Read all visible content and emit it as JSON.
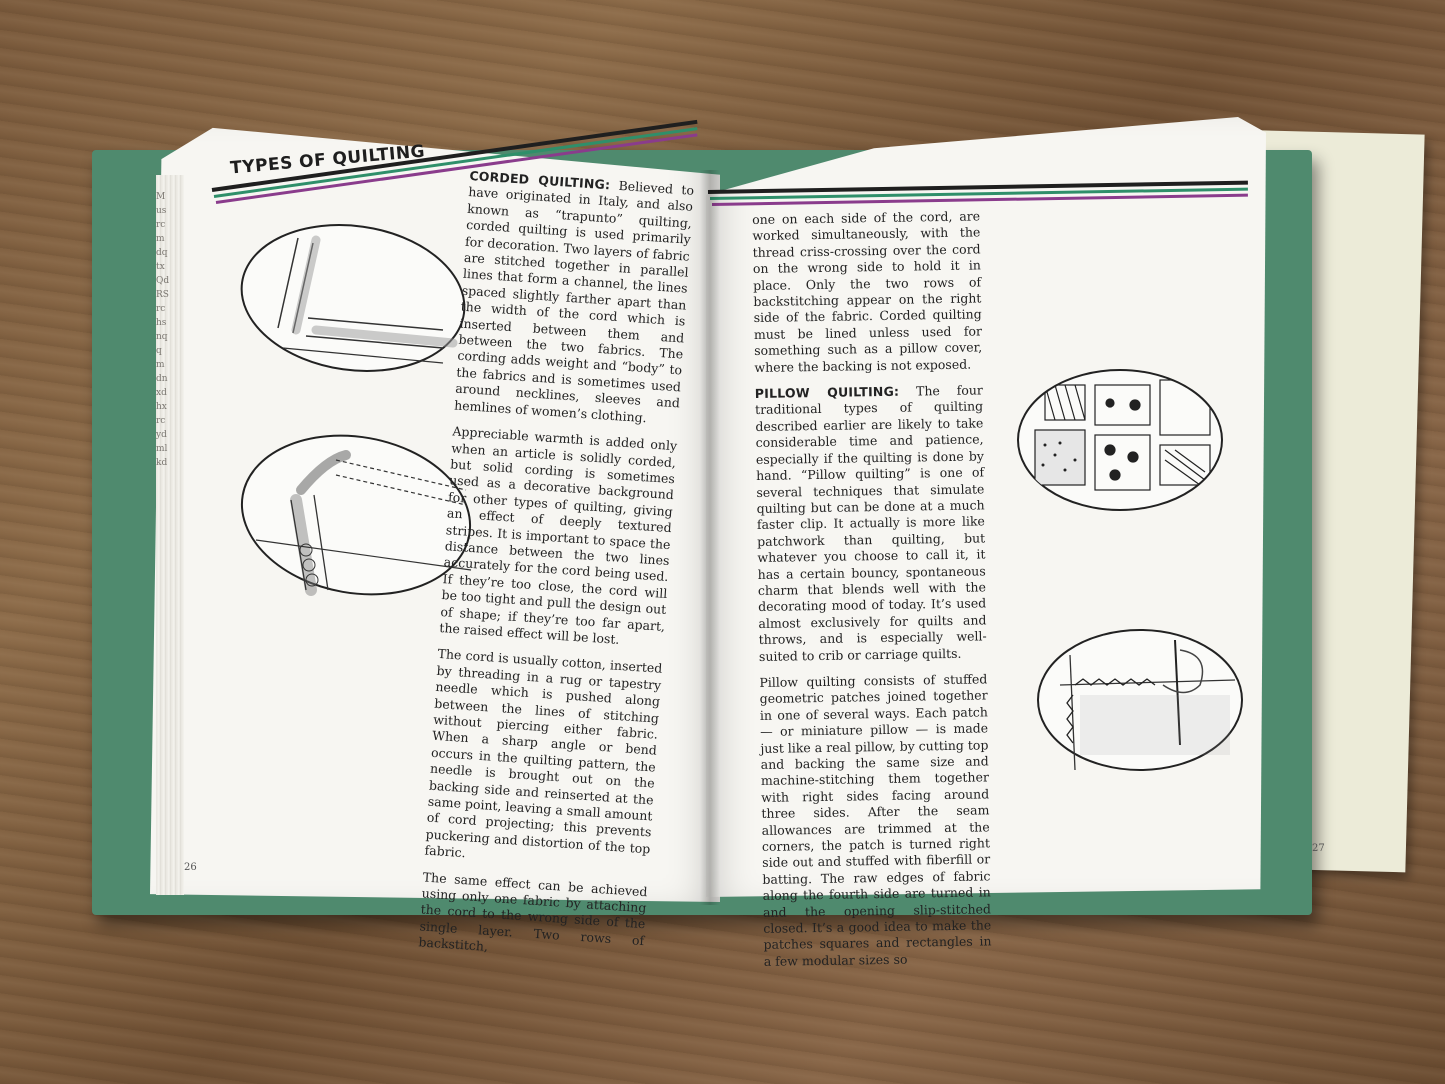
{
  "header": {
    "title": "TYPES OF QUILTING"
  },
  "left_page": {
    "number": "26",
    "margin_letters": "MusrcmdqtxQdRSrchsnqqmdnxdhxrcydmlkd",
    "paragraphs": [
      {
        "lead": "CORDED QUILTING:",
        "text": "Believed to have originated in Italy, and also known as “trapunto” quilting, corded quilting is used primarily for decoration. Two layers of fabric are stitched together in parallel lines that form a channel, the lines spaced slightly farther apart than the width of the cord which is inserted between them and between the two fabrics. The cording adds weight and “body” to the fabrics and is sometimes used around necklines, sleeves and hemlines of women’s clothing."
      },
      {
        "lead": "",
        "text": "Appreciable warmth is added only when an article is solidly corded, but solid cording is sometimes used as a decorative background for other types of quilting, giving an effect of deeply textured stripes. It is important to space the distance between the two lines accurately for the cord being used. If they’re too close, the cord will be too tight and pull the design out of shape; if they’re too far apart, the raised effect will be lost."
      },
      {
        "lead": "",
        "text": "The cord is usually cotton, inserted by threading in a rug or tapestry needle which is pushed along between the lines of stitching without piercing either fabric. When a sharp angle or bend occurs in the quilting pattern, the needle is brought out on the backing side and reinserted at the same point, leaving a small amount of cord projecting; this prevents puckering and distortion of the top fabric."
      },
      {
        "lead": "",
        "text": "The same effect can be achieved using only one fabric by attaching the cord to the wrong side of the single layer. Two rows of backstitch,"
      }
    ]
  },
  "right_page": {
    "number": "27",
    "paragraphs": [
      {
        "lead": "",
        "text": "one on each side of the cord, are worked simultaneously, with the thread criss-crossing over the cord on the wrong side to hold it in place. Only the two rows of backstitching appear on the right side of the fabric. Corded quilting must be lined unless used for something such as a pillow cover, where the backing is not exposed."
      },
      {
        "lead": "PILLOW QUILTING:",
        "text": "The four traditional types of quilting described earlier are likely to take considerable time and patience, especially if the quilting is done by hand. “Pillow quilting” is one of several techniques that simulate quilting but can be done at a much faster clip. It actually is more like patchwork than quilting, but whatever you choose to call it, it has a certain bouncy, spontaneous charm that blends well with the decorating mood of today. It’s used almost exclusively for quilts and throws, and is especially well-suited to crib or carriage quilts."
      },
      {
        "lead": "",
        "text": "Pillow quilting consists of stuffed geometric patches joined together in one of several ways. Each patch — or miniature pillow — is made just like a real pillow, by cutting top and backing the same size and machine-stitching them together with right sides facing around three sides. After the seam allowances are trimmed at the corners, the patch is turned right side out and stuffed with fiberfill or batting. The raw edges of fabric along the fourth side are turned in and the opening slip-stitched closed. It’s a good idea to make the patches squares and rectangles in a few modular sizes so"
      }
    ]
  },
  "colors": {
    "rule_dark": "#1f1f1f",
    "rule_green": "#2f8f6a",
    "rule_purple": "#8a3c8c",
    "cover_green": "#4f8a6e"
  }
}
